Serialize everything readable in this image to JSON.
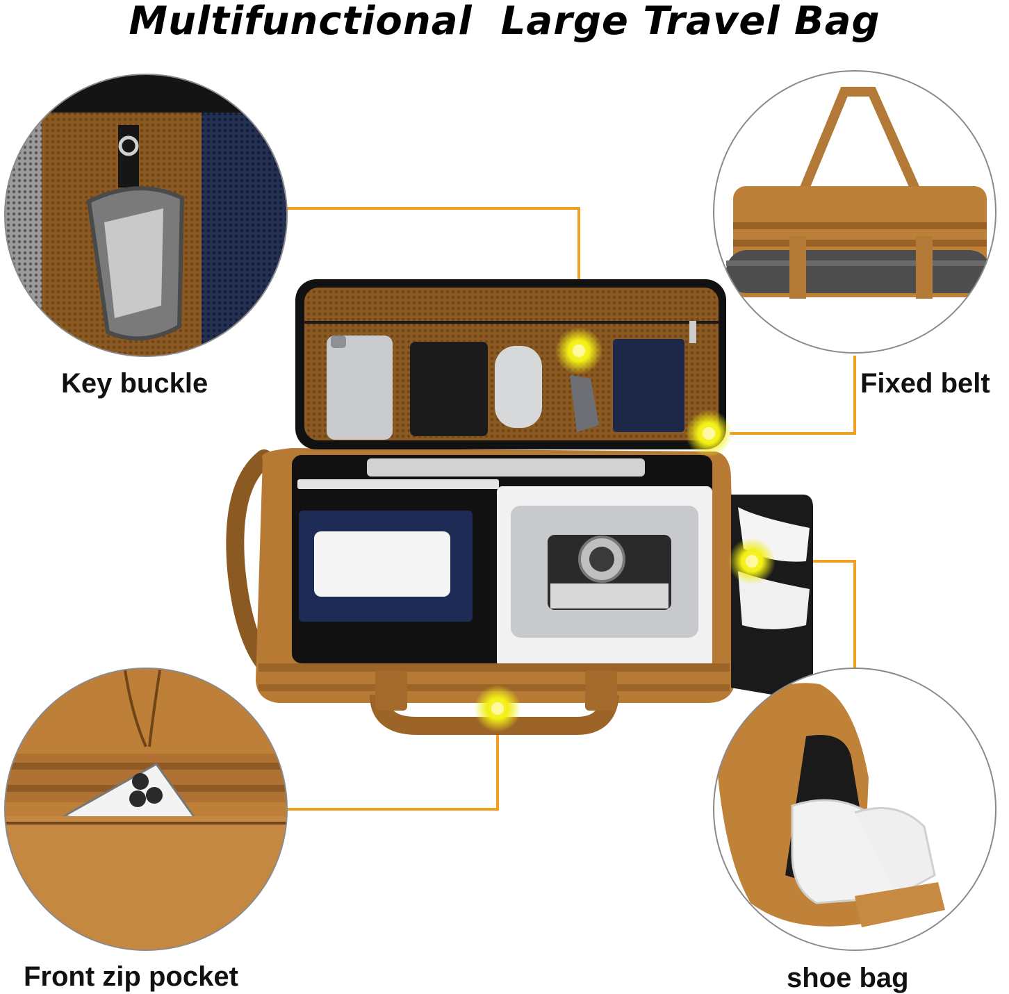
{
  "title": "Multifunctional  Large Travel Bag",
  "features": {
    "key_buckle": "Key buckle",
    "fixed_belt": "Fixed belt",
    "front_zip_pocket": "Front zip pocket",
    "shoe_bag": "shoe bag"
  },
  "colors": {
    "bag_brown": "#b77a35",
    "callout_orange": "#f0a020",
    "hotspot_yellow": "#f2ee16",
    "circle_border": "#8a8a8a"
  }
}
